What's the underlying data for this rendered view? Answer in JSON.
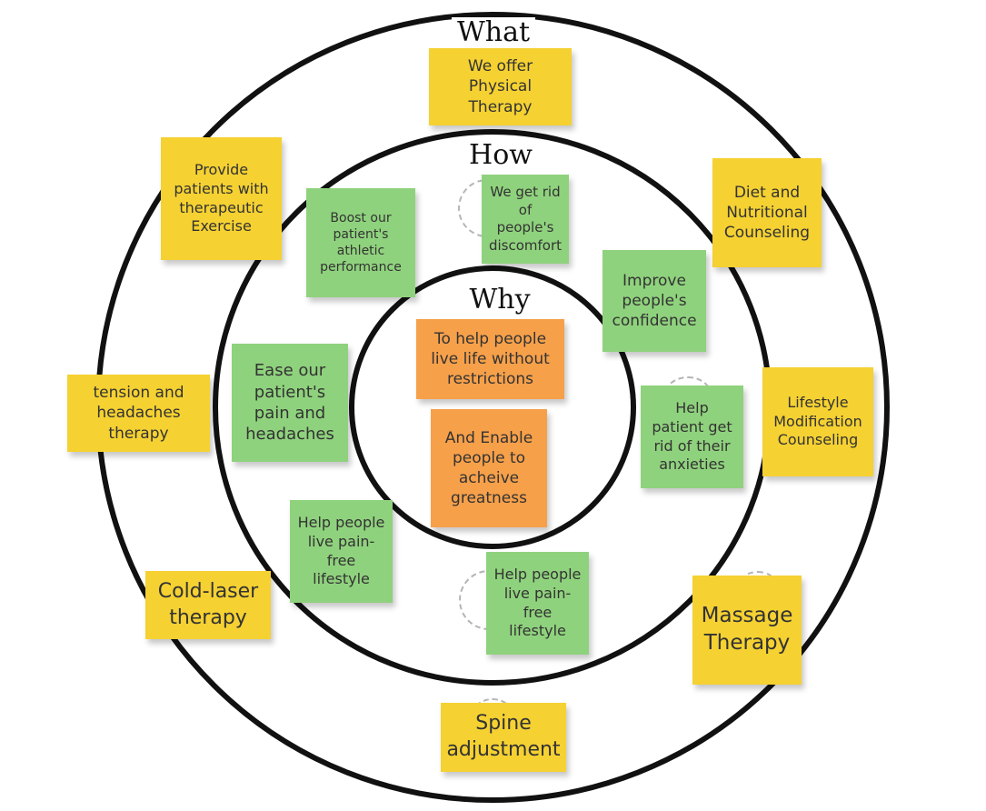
{
  "rings": {
    "what": "What",
    "how": "How",
    "why": "Why"
  },
  "colors": {
    "what_notes": "#f5d132",
    "how_notes": "#8fd27d",
    "why_notes": "#f7a04a",
    "ring_stroke": "#111111"
  },
  "notes": {
    "what": [
      "We offer Physical Therapy",
      "Provide patients with therapeutic Exercise",
      "Diet and Nutritional Counseling",
      "tension and headaches therapy",
      "Lifestyle Modification Counseling",
      "Cold-laser therapy",
      "Massage Therapy",
      "Spine adjustment"
    ],
    "how": [
      "Boost our patient's athletic performance",
      "We get rid of people's discomfort",
      "Improve people's confidence",
      "Ease our patient's pain and headaches",
      "Help patient get rid of their anxieties",
      "Help people live pain-free lifestyle",
      "Help people live pain-free lifestyle"
    ],
    "why": [
      "To help people live life without restrictions",
      "And Enable people to acheive greatness"
    ]
  }
}
